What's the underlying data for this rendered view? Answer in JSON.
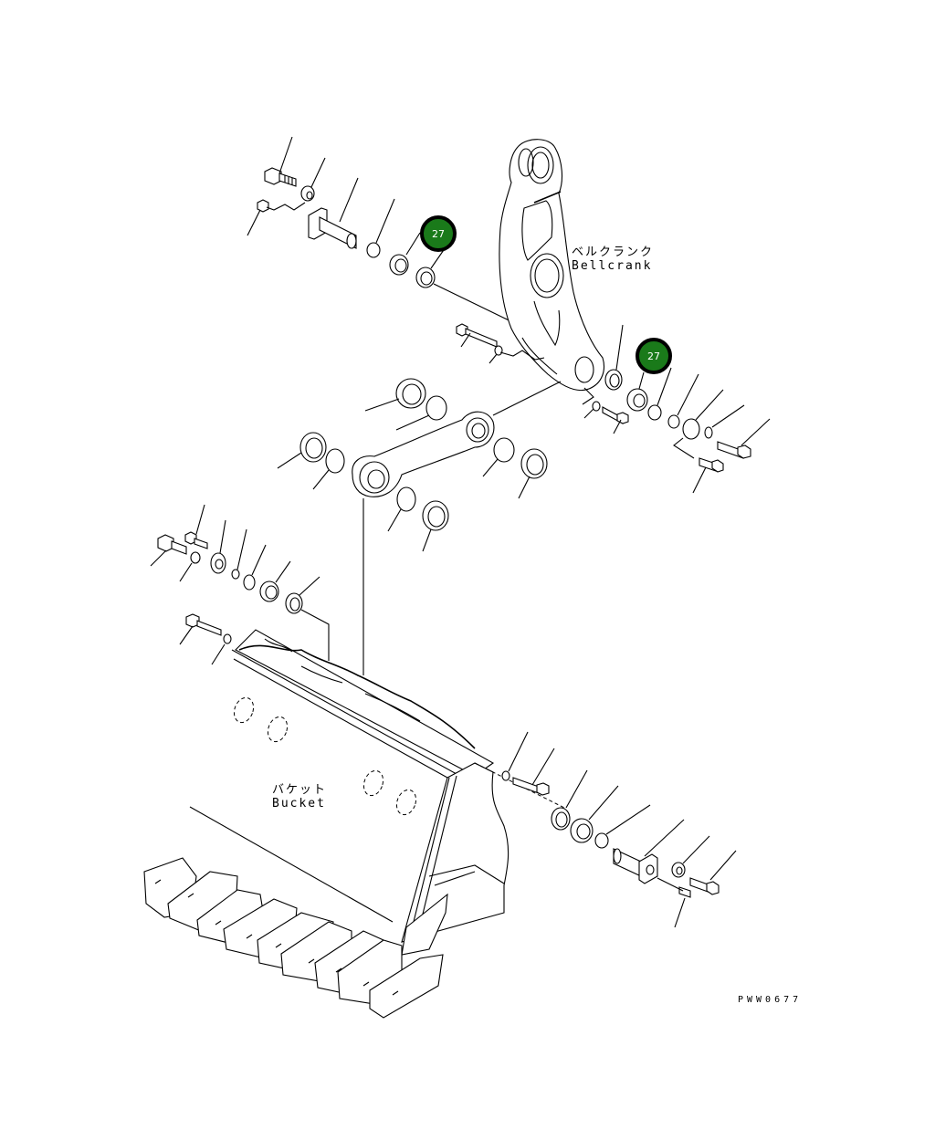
{
  "diagram": {
    "labels": {
      "bellcrank": {
        "jp": "ベルクランク",
        "en": "Bellcrank"
      },
      "bucket": {
        "jp": "バケット",
        "en": "Bucket"
      }
    },
    "callouts": [
      {
        "number": "27",
        "color": "#1a7a1a"
      },
      {
        "number": "27",
        "color": "#1a7a1a"
      }
    ],
    "drawing_code": "PWW0677"
  }
}
